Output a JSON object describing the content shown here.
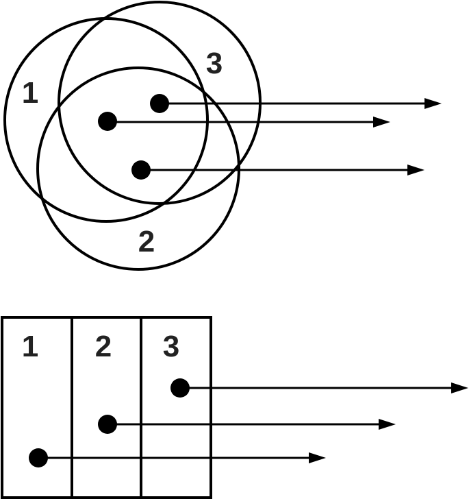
{
  "colors": {
    "stroke": "#000000",
    "label": "#222222",
    "background": "#ffffff"
  },
  "venn": {
    "sets": [
      {
        "id": "set-1",
        "label": "1"
      },
      {
        "id": "set-2",
        "label": "2"
      },
      {
        "id": "set-3",
        "label": "3"
      }
    ],
    "points": [
      {
        "id": "point-a",
        "has_arrow": true
      },
      {
        "id": "point-b",
        "has_arrow": true
      },
      {
        "id": "point-c",
        "has_arrow": true
      }
    ]
  },
  "partition": {
    "columns": [
      {
        "id": "column-1",
        "label": "1"
      },
      {
        "id": "column-2",
        "label": "2"
      },
      {
        "id": "column-3",
        "label": "3"
      }
    ],
    "points": [
      {
        "id": "point-col3",
        "has_arrow": true
      },
      {
        "id": "point-col2",
        "has_arrow": true
      },
      {
        "id": "point-col1",
        "has_arrow": true
      }
    ]
  }
}
